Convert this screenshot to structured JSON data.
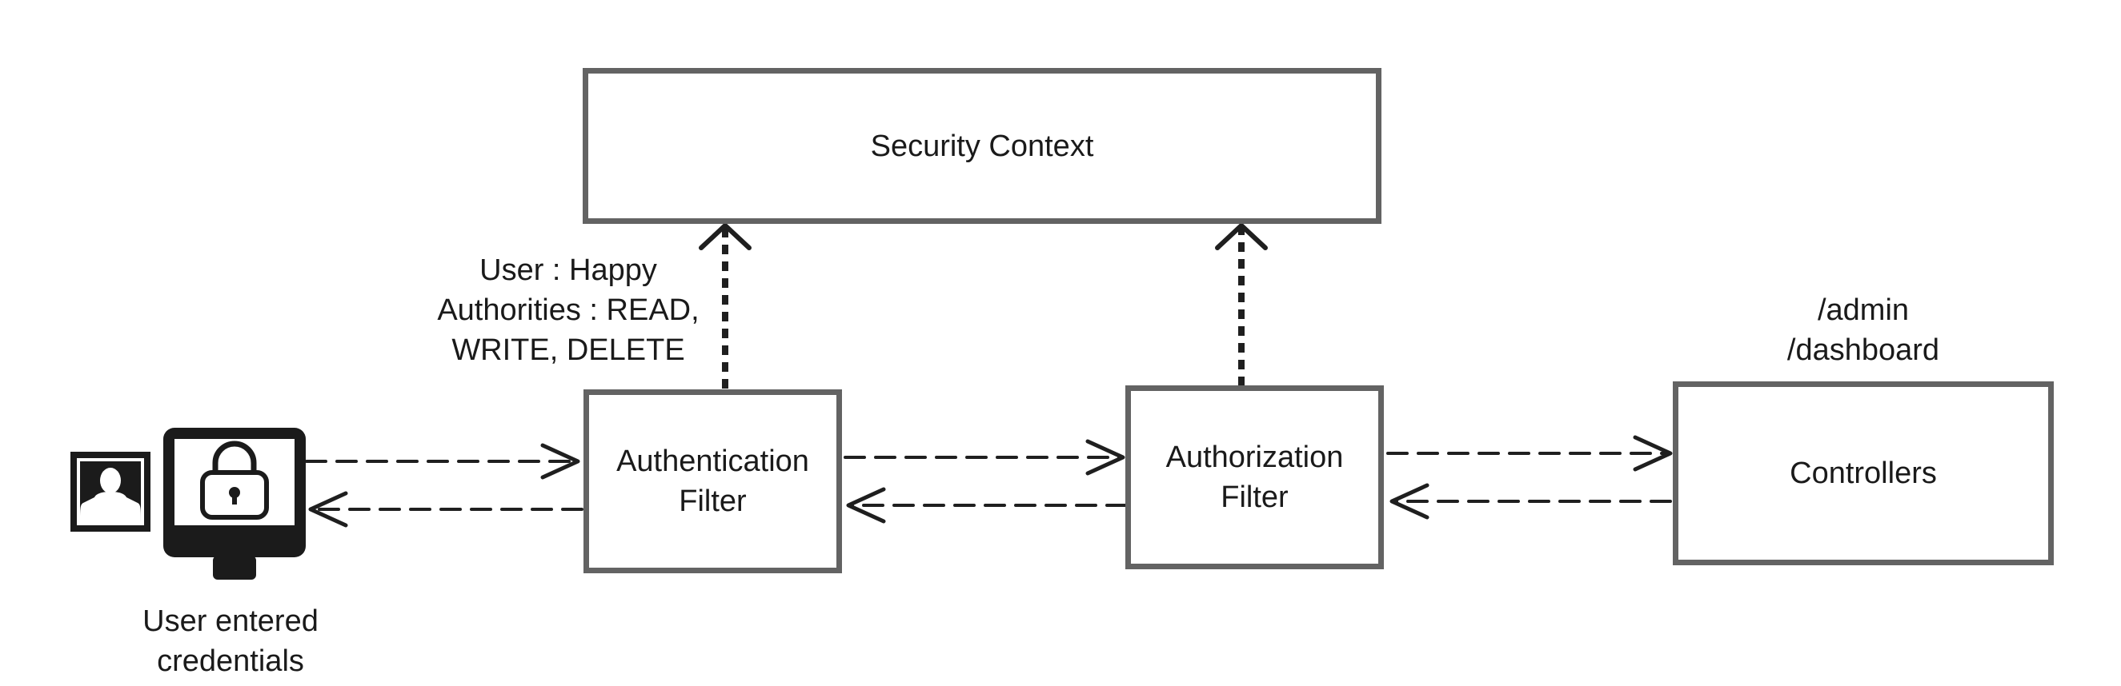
{
  "nodes": {
    "security_context": {
      "label": "Security Context"
    },
    "authentication_filter": {
      "lines": [
        "Authentication",
        "Filter"
      ]
    },
    "authorization_filter": {
      "lines": [
        "Authorization",
        "Filter"
      ]
    },
    "controllers": {
      "label": "Controllers"
    }
  },
  "annotations": {
    "security_context_details": [
      "User : Happy",
      "Authorities : READ,",
      "WRITE, DELETE"
    ],
    "controller_paths": [
      "/admin",
      "/dashboard"
    ],
    "user_caption": [
      "User entered",
      "credentials"
    ]
  },
  "icons": {
    "user": "user-portrait-icon",
    "computer": "monitor-icon",
    "lock": "padlock-icon"
  },
  "colors": {
    "box_border": "#636363",
    "arrow": "#1f1f1f",
    "icon_dark": "#1b1b1b"
  }
}
